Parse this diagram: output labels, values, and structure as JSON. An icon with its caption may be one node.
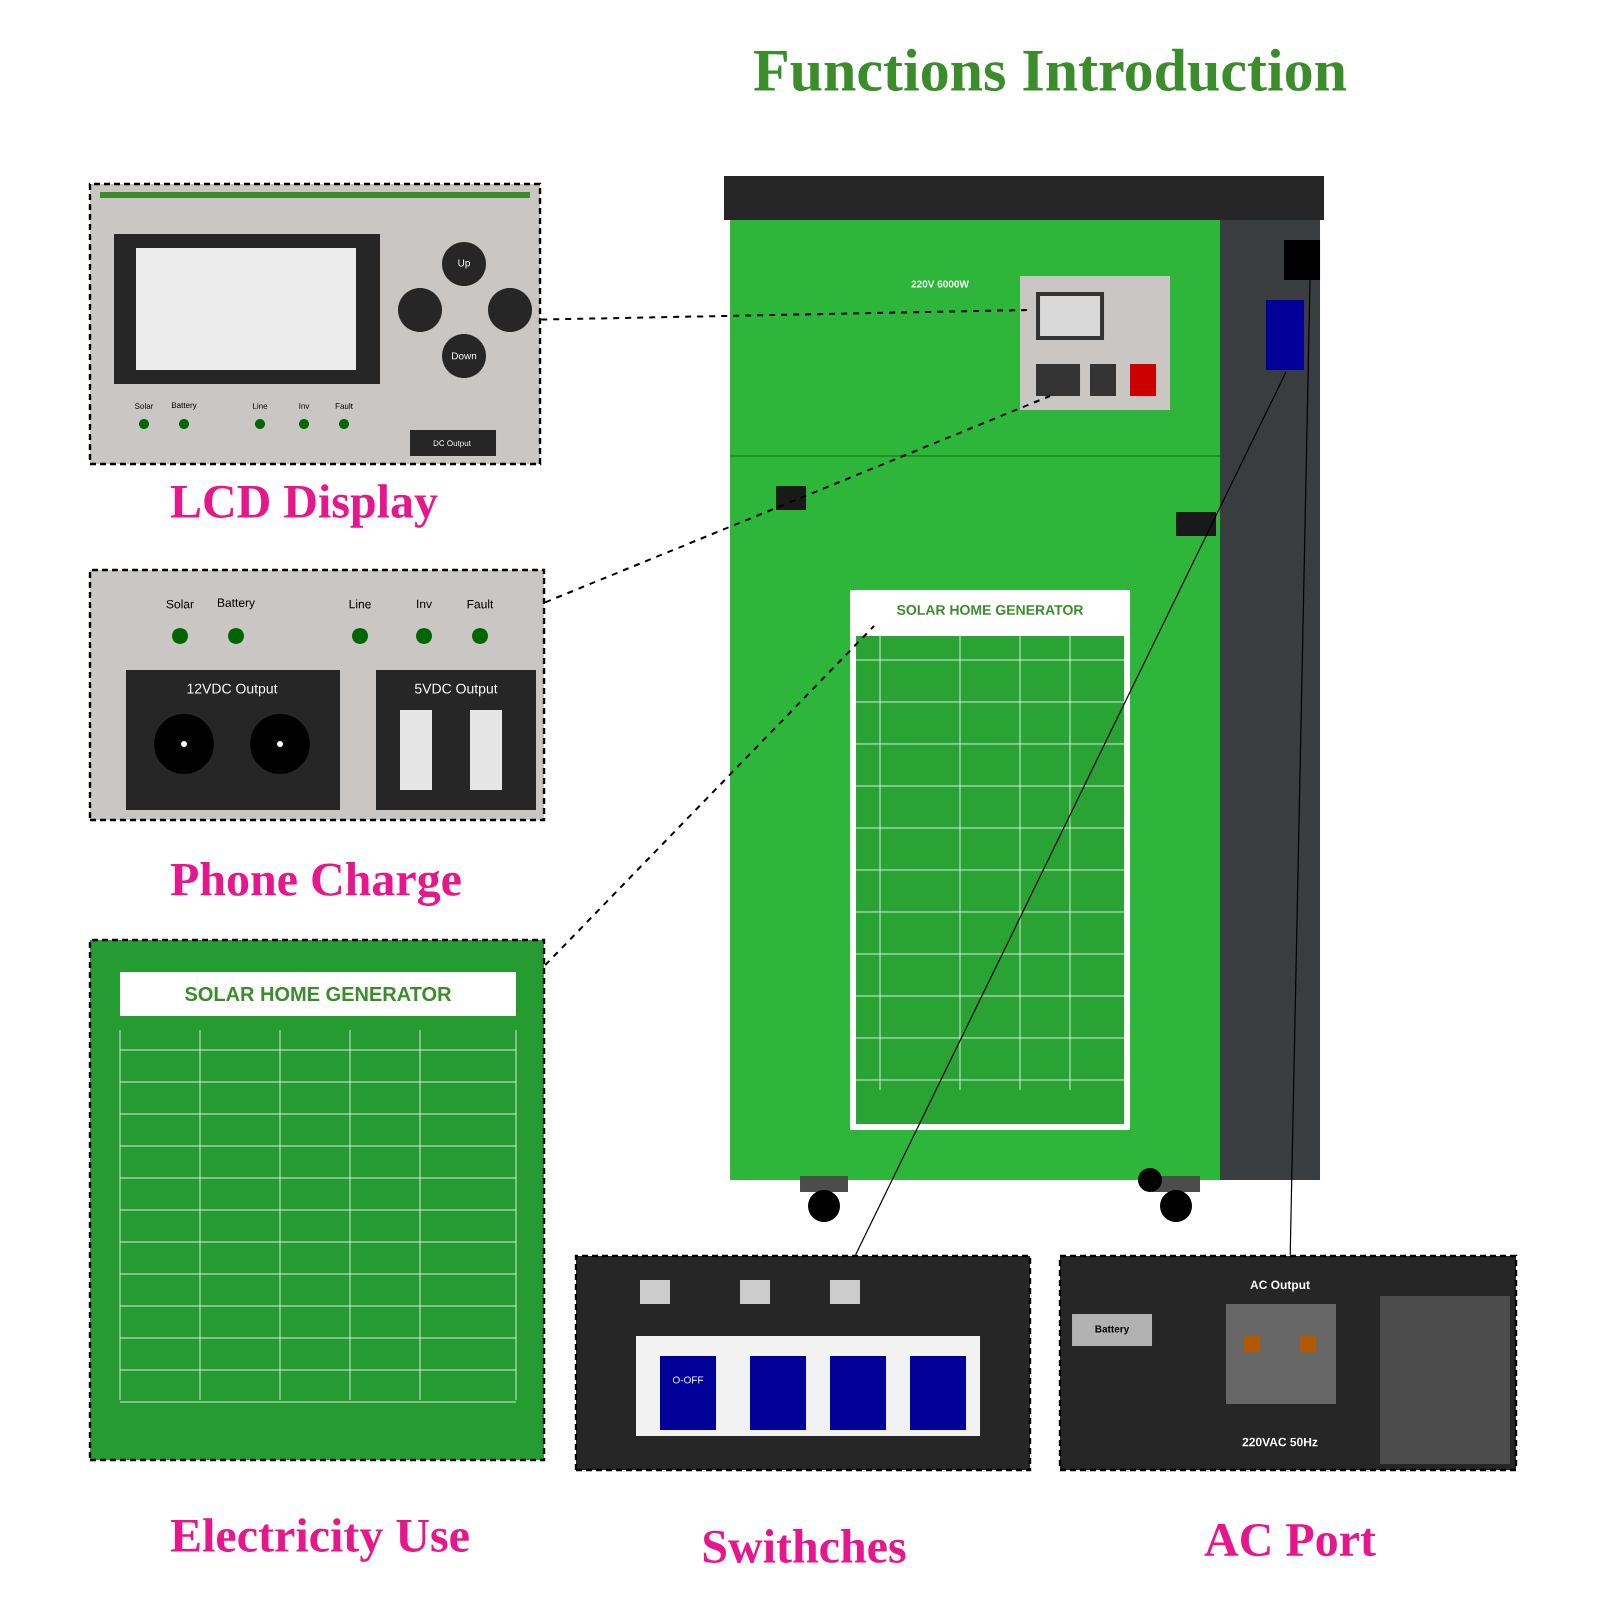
{
  "diagram": {
    "title": "Functions Introduction",
    "nodes": [
      {
        "text": [],
        "shape": "picture"
      },
      {
        "text": [
          "LCD Display"
        ]
      },
      {
        "text": [
          "Phone Charge"
        ]
      },
      {
        "text": [
          "Electricity Use"
        ]
      },
      {
        "text": [
          "Swithches"
        ]
      },
      {
        "text": [
          "AC Port"
        ]
      }
    ],
    "edges": [
      {
        "from": 1,
        "to": 0,
        "arrow": "none",
        "style": "dashed"
      },
      {
        "from": 2,
        "to": 0,
        "arrow": "none",
        "style": "dashed"
      },
      {
        "from": 3,
        "to": 0,
        "arrow": "none",
        "style": "dashed"
      },
      {
        "from": 4,
        "to": 0,
        "arrow": "none"
      },
      {
        "from": 5,
        "to": 0,
        "arrow": "none"
      }
    ],
    "labels": [
      "220V 6000W",
      "SOLAR HOME GENERATOR",
      "Up",
      "Down",
      "Solar",
      "Battery",
      "Line",
      "Inv",
      "Fault",
      "DC Output",
      "Solar",
      "Battery",
      "Line",
      "Inv",
      "Fault",
      "12VDC Output",
      "5VDC Output",
      "SOLAR HOME GENERATOR",
      "O-OFF",
      "Battery",
      "AC Output",
      "220VAC 50Hz"
    ]
  }
}
